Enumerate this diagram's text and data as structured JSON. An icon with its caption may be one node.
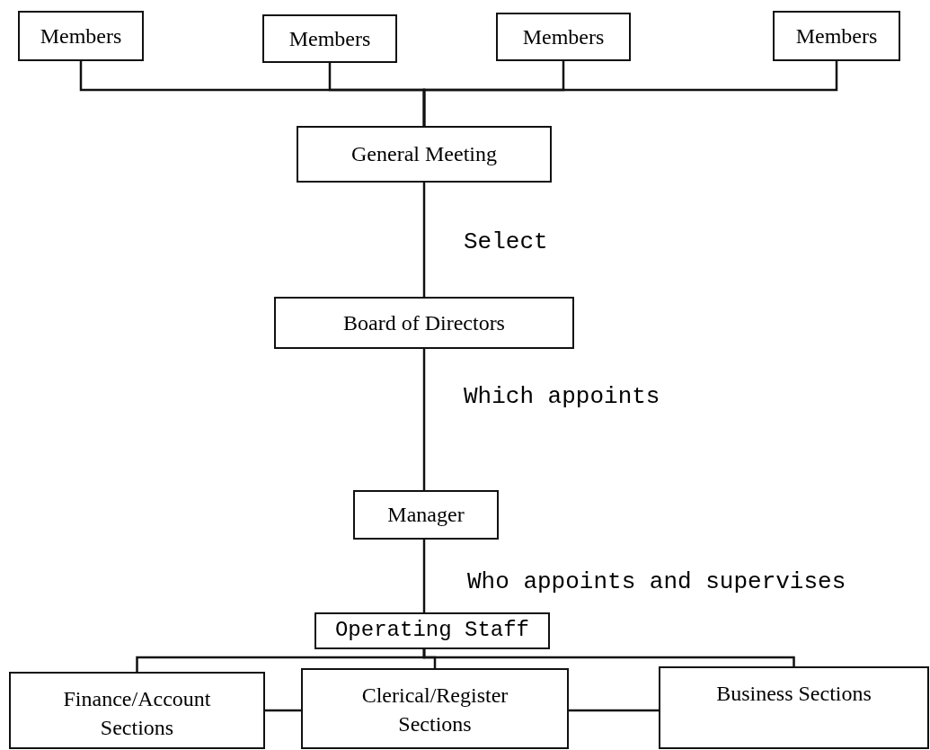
{
  "diagram": {
    "nodes": [
      {
        "text": [
          "Members"
        ]
      },
      {
        "text": [
          "Members"
        ]
      },
      {
        "text": [
          "Members"
        ]
      },
      {
        "text": [
          "Members"
        ]
      },
      {
        "text": [
          "General Meeting"
        ]
      },
      {
        "text": [
          "Board of Directors"
        ]
      },
      {
        "text": [
          "Manager"
        ]
      },
      {
        "text": [
          "Operating Staff"
        ]
      },
      {
        "text": [
          "Finance/Account Sections"
        ]
      },
      {
        "text": [
          "Clerical/Register Sections"
        ]
      },
      {
        "text": [
          "Business Sections"
        ]
      }
    ],
    "edges": [
      {
        "from": 0,
        "to": 4,
        "arrow": "none"
      },
      {
        "from": 1,
        "to": 4,
        "arrow": "none"
      },
      {
        "from": 2,
        "to": 4,
        "arrow": "none"
      },
      {
        "from": 3,
        "to": 4,
        "arrow": "none"
      },
      {
        "from": 4,
        "to": 5,
        "arrow": "none",
        "label": "Select"
      },
      {
        "from": 5,
        "to": 6,
        "arrow": "none",
        "label": "Which appoints"
      },
      {
        "from": 6,
        "to": 7,
        "arrow": "none",
        "label": "Who appoints and supervises"
      },
      {
        "from": 7,
        "to": 8,
        "arrow": "none"
      },
      {
        "from": 7,
        "to": 9,
        "arrow": "none"
      },
      {
        "from": 7,
        "to": 10,
        "arrow": "none"
      },
      {
        "from": 8,
        "to": 9,
        "arrow": "none"
      },
      {
        "from": 9,
        "to": 10,
        "arrow": "none"
      }
    ]
  }
}
